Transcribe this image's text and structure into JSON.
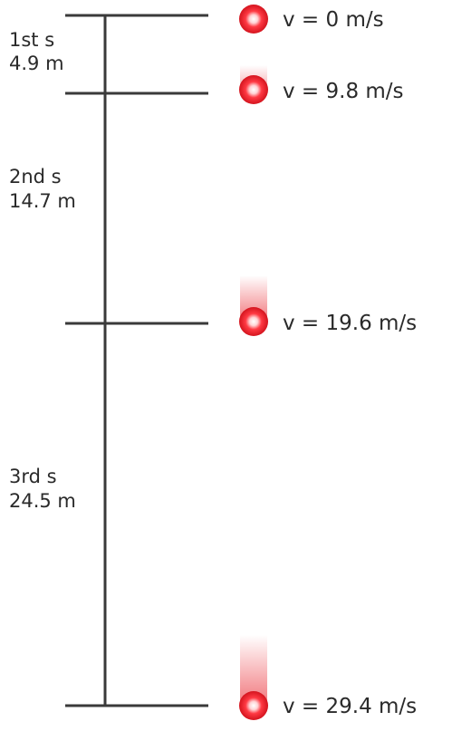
{
  "segments": [
    {
      "time": "1st s",
      "distance": "4.9 m"
    },
    {
      "time": "2nd s",
      "distance": "14.7 m"
    },
    {
      "time": "3rd s",
      "distance": "24.5 m"
    }
  ],
  "velocities": [
    "v = 0 m/s",
    "v = 9.8 m/s",
    "v = 19.6 m/s",
    "v = 29.4 m/s"
  ],
  "colors": {
    "line": "#3a3a3a",
    "ball": "#e8202a",
    "ball_highlight": "#ffffff",
    "trail": "#f06a70",
    "text": "#2a2a2a"
  }
}
